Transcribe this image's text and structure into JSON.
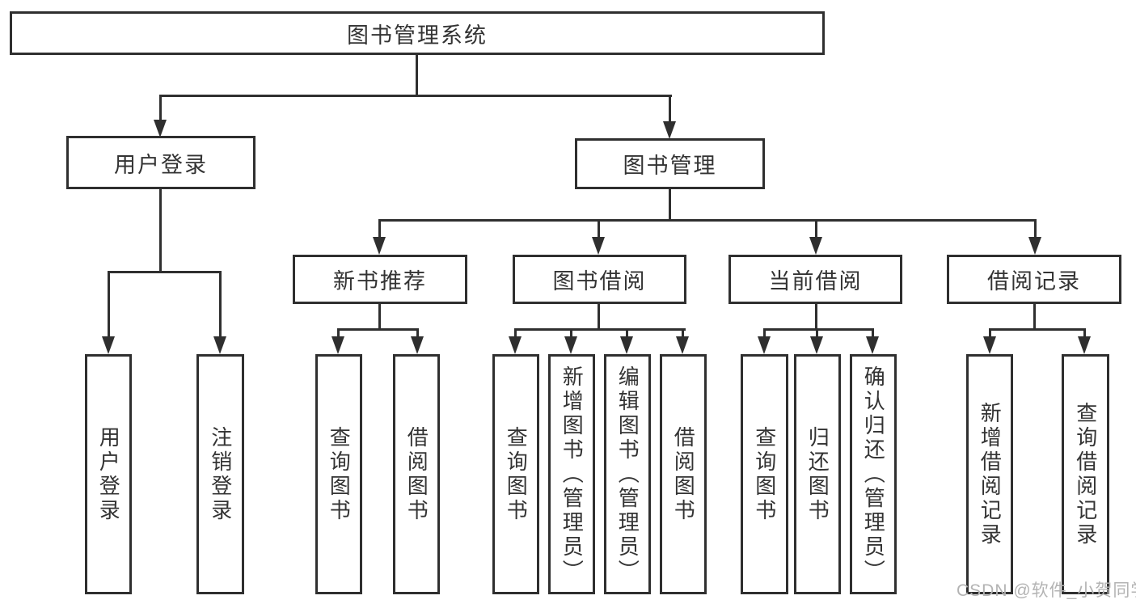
{
  "watermark": "CSDN @软件_小贺同学",
  "colors": {
    "line": "#2f2f2f",
    "text": "#333333",
    "watermark": "#b3b3b3",
    "background": "#ffffff"
  },
  "tree": {
    "root": {
      "label": "图书管理系统"
    },
    "branches": [
      {
        "label": "用户登录",
        "children": [
          {
            "label": "用户登录"
          },
          {
            "label": "注销登录"
          }
        ]
      },
      {
        "label": "图书管理",
        "children": [
          {
            "label": "新书推荐",
            "children": [
              {
                "label": "查询图书"
              },
              {
                "label": "借阅图书"
              }
            ]
          },
          {
            "label": "图书借阅",
            "children": [
              {
                "label": "查询图书"
              },
              {
                "label": "新增图书（管理员）"
              },
              {
                "label": "编辑图书（管理员）"
              },
              {
                "label": "借阅图书"
              }
            ]
          },
          {
            "label": "当前借阅",
            "children": [
              {
                "label": "查询图书"
              },
              {
                "label": "归还图书"
              },
              {
                "label": "确认归还（管理员）"
              }
            ]
          },
          {
            "label": "借阅记录",
            "children": [
              {
                "label": "新增借阅记录"
              },
              {
                "label": "查询借阅记录"
              }
            ]
          }
        ]
      }
    ]
  }
}
